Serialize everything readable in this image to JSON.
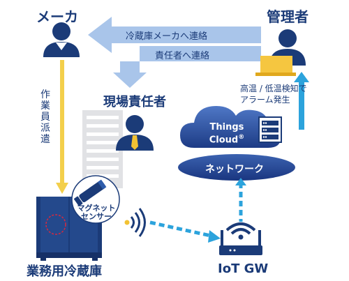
{
  "nodes": {
    "maker": "メーカ",
    "admin": "管理者",
    "site_manager": "現場責任者",
    "freezer": "業務用冷蔵庫",
    "iot_gw": "IoT GW",
    "cloud_line1": "Things",
    "cloud_line2": "Cloud",
    "cloud_reg": "®",
    "network": "ネットワーク",
    "sensor_line1": "マグネット",
    "sensor_line2": "センサー"
  },
  "edges": {
    "to_maker": "冷蔵庫メーカへ連絡",
    "to_manager": "責任者へ連絡",
    "dispatch": "作業員派遣",
    "alarm_line1": "高温 / 低温検知で",
    "alarm_line2": "アラーム発生"
  },
  "colors": {
    "navy": "#1b3b78",
    "arrow_light_blue": "#a9c5ea",
    "dispatch_yellow": "#f3cf4b",
    "dashed_cyan": "#2ca3dc",
    "laptop_yellow": "#f5c640",
    "tie_yellow": "#f2c233",
    "cloud_gradient_light": "#4f78c6",
    "cloud_gradient_dark": "#1d3b85",
    "building_gray": "#e1e2e5"
  },
  "icons": [
    "person-icon",
    "laptop-icon",
    "building-icon",
    "cloud-icon",
    "server-icon",
    "router-icon",
    "signal-icon",
    "magnet-sensor-icon",
    "freezer-icon"
  ]
}
